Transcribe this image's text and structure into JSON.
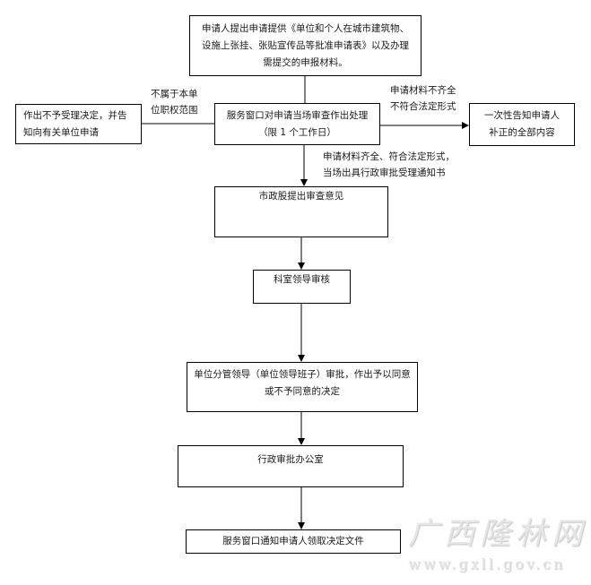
{
  "flowchart": {
    "start": {
      "lines": [
        "申请人提出申请提供《单位和个人在城市建筑物、",
        "设施上张挂、张贴宣传品等批准申请表》以及办理",
        "需提交的申报材料。"
      ]
    },
    "reject": {
      "lines": [
        "作出不予受理决定，并告",
        "知向有关单位申请"
      ]
    },
    "review_window": {
      "lines": [
        "服务窗口对申请当场审查作出处理",
        "（限 1 个工作日）"
      ]
    },
    "notify_supplement": {
      "lines": [
        "一次性告知申请人",
        "补正的全部内容"
      ]
    },
    "municipal_section": {
      "lines": [
        "市政股提出审查意见"
      ]
    },
    "dept_leader": {
      "lines": [
        "科室领导审核"
      ]
    },
    "unit_leader": {
      "lines": [
        "单位分管领导（单位领导班子）审批，作出予以同意",
        "或不予同意的决定"
      ]
    },
    "admin_office": {
      "lines": [
        "行政审批办公室"
      ]
    },
    "final_notice": {
      "lines": [
        "服务窗口通知申请人领取决定文件"
      ]
    },
    "edge_labels": {
      "not_in_scope": [
        "不属于本单",
        "位职权范围"
      ],
      "incomplete": [
        "申请材料不齐全",
        "不符合法定形式"
      ],
      "complete": [
        "申请材料齐全、符合法定形式，",
        "当场出具行政审批受理通知书"
      ]
    }
  },
  "watermark": {
    "site_name": "广西隆林网",
    "url": "www.gxll.gov.cn"
  }
}
